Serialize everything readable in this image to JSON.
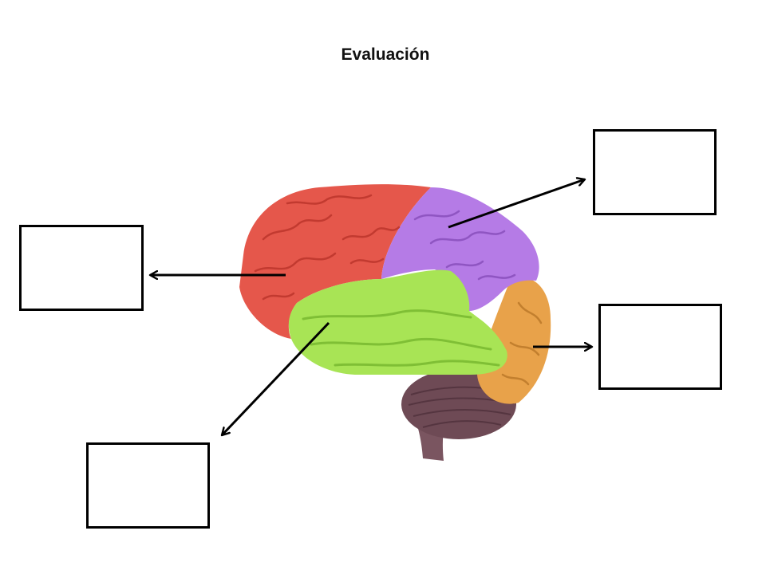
{
  "title": "Evaluación",
  "colors": {
    "frontal_lobe": "#e5574b",
    "parietal_lobe": "#b57be6",
    "temporal_lobe": "#a8e455",
    "occipital_lobe": "#e8a24a",
    "cerebellum": "#6e4a55",
    "brainstem": "#7a5560",
    "arrows": "#000000"
  },
  "answer_boxes": [
    {
      "id": "frontal",
      "text": ""
    },
    {
      "id": "parietal",
      "text": ""
    },
    {
      "id": "occipital",
      "text": ""
    },
    {
      "id": "temporal",
      "text": ""
    }
  ]
}
